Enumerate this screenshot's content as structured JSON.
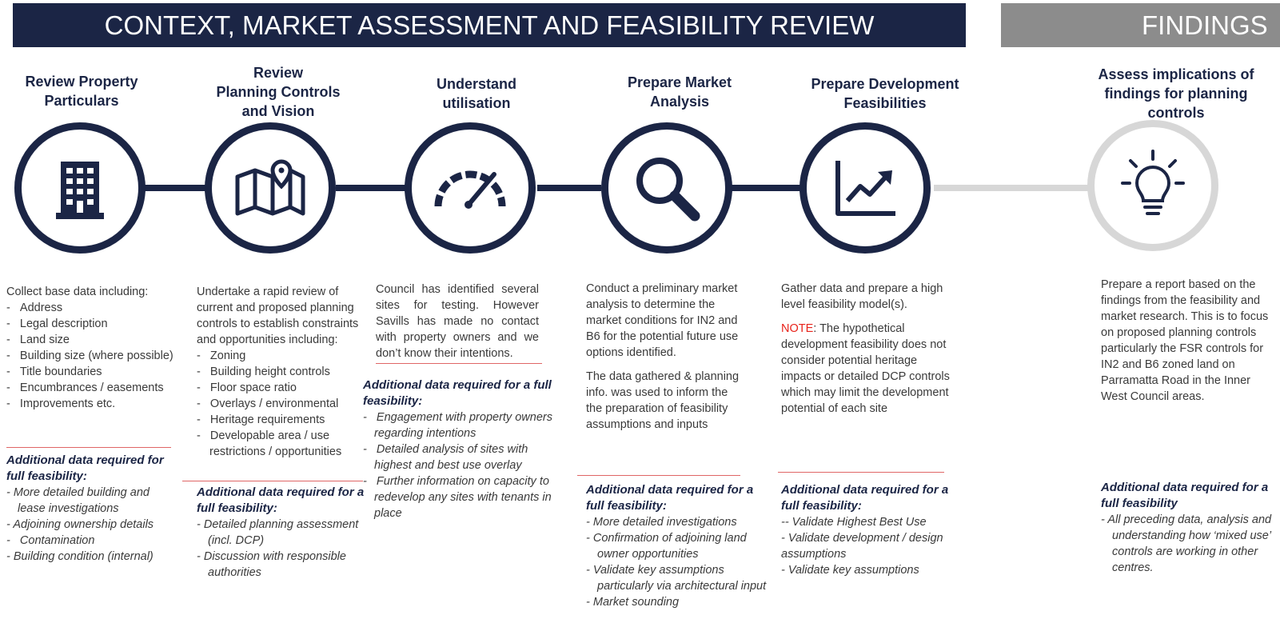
{
  "header": {
    "main_title": "CONTEXT, MARKET ASSESSMENT AND FEASIBILITY REVIEW",
    "findings_title": "FINDINGS"
  },
  "steps": [
    {
      "title": "Review Property\nParticulars",
      "icon": "building-icon",
      "intro": "Collect base data including:",
      "items": [
        "Address",
        "Legal description",
        "Land size",
        "Building size (where possible)",
        "Title boundaries",
        "Encumbrances / easements",
        "Improvements etc."
      ],
      "additional_heading": "Additional data required for full feasibility:",
      "additional_items": [
        "More detailed building  and lease investigations",
        "Adjoining ownership details",
        "Contamination",
        "Building condition (internal)"
      ]
    },
    {
      "title": "Review\nPlanning  Controls\nand Vision",
      "icon": "map-pin-icon",
      "intro": "Undertake a rapid review of current and proposed planning controls to establish constraints and opportunities including:",
      "items": [
        "Zoning",
        "Building height controls",
        "Floor space ratio",
        "Overlays / environmental",
        "Heritage requirements",
        "Developable area / use restrictions / opportunities"
      ],
      "additional_heading": "Additional data required for a full feasibility:",
      "additional_items": [
        "Detailed planning assessment (incl. DCP)",
        "Discussion with responsible authorities"
      ]
    },
    {
      "title": "Understand\nutilisation",
      "icon": "speedometer-icon",
      "intro": "Council has identified several sites for testing. However Savills has made no contact with property owners and we don’t know their intentions.",
      "additional_heading": "Additional data required for a full feasibility:",
      "additional_items": [
        "Engagement with property owners regarding intentions",
        "Detailed analysis of sites with highest and best use overlay",
        "Further information on capacity to redevelop any sites with tenants in place"
      ]
    },
    {
      "title": "Prepare Market\nAnalysis",
      "icon": "magnifier-icon",
      "intro": "Conduct a preliminary market analysis  to determine the market conditions for IN2 and B6 for the potential future  use options identified.",
      "intro2": "The data gathered & planning info. was used to  inform the the  preparation of feasibility assumptions and inputs",
      "additional_heading": "Additional data required for a full feasibility:",
      "additional_items": [
        "More detailed investigations",
        "Confirmation of adjoining land owner opportunities",
        "Validate key assumptions particularly via architectural input",
        "Market sounding"
      ]
    },
    {
      "title": "Prepare Development\nFeasibilities",
      "icon": "growth-chart-icon",
      "intro": "Gather data and prepare a high level feasibility model(s).",
      "note_label": "NOTE",
      "note_text": ": The hypothetical development feasibility does not consider potential heritage impacts or detailed DCP controls which may limit the development potential of each site",
      "additional_heading": "Additional data required for a full feasibility:",
      "additional_items": [
        "-- Validate Highest Best  Use",
        "- Validate development / design assumptions",
        "- Validate key assumptions"
      ]
    }
  ],
  "findings": {
    "title": "Assess implications of\nfindings for planning\ncontrols",
    "icon": "lightbulb-icon",
    "intro": "Prepare a report based on the findings from the feasibility and market research. This is to focus on proposed planning controls particularly the FSR controls for IN2 and B6 zoned land on Parramatta Road in the Inner West Council areas.",
    "additional_heading": "Additional data required  for a full feasibility",
    "additional_items": [
      "All preceding data, analysis and understanding how ‘mixed use’ controls are working in other centres."
    ]
  },
  "colors": {
    "navy": "#1b2545",
    "grey": "#8c8c8c",
    "light_grey": "#d7d7d7",
    "note_red": "#e8221a",
    "rule_red": "#e06666"
  }
}
